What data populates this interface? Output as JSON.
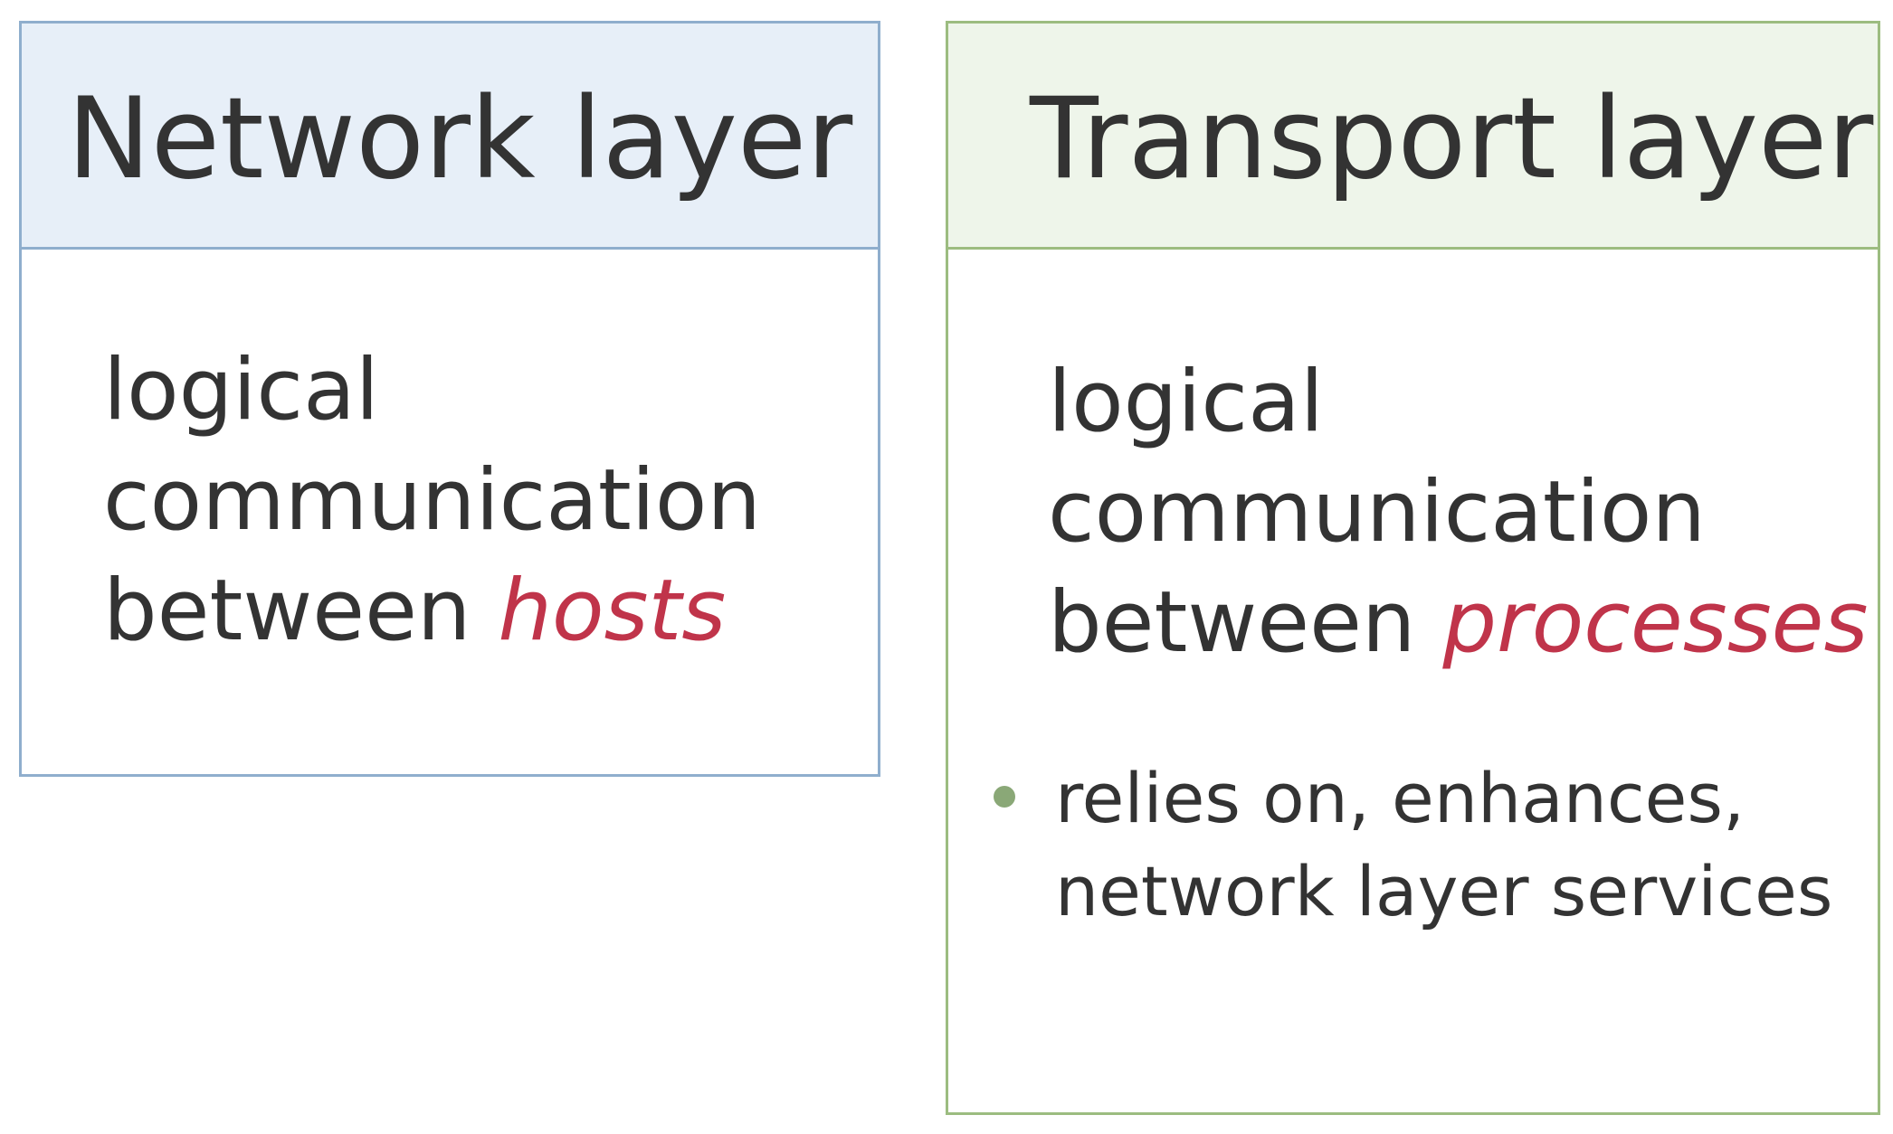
{
  "network": {
    "title": "Network layer",
    "desc_line1": "logical",
    "desc_line2": "communication",
    "desc_line3_prefix": "between",
    "desc_emph": "hosts"
  },
  "transport": {
    "title": "Transport layer",
    "desc_line1": "logical",
    "desc_line2": "communication",
    "desc_line3_prefix": "between",
    "desc_emph": "processes",
    "bullet_line1": "relies on, enhances,",
    "bullet_line2": "network layer services"
  },
  "colors": {
    "network_border": "#8faecd",
    "network_header_bg": "#e7eff8",
    "transport_border": "#9cbc80",
    "transport_header_bg": "#eef5ea",
    "emphasis": "#c0344a",
    "bullet": "#8aa877",
    "text": "#333333"
  }
}
